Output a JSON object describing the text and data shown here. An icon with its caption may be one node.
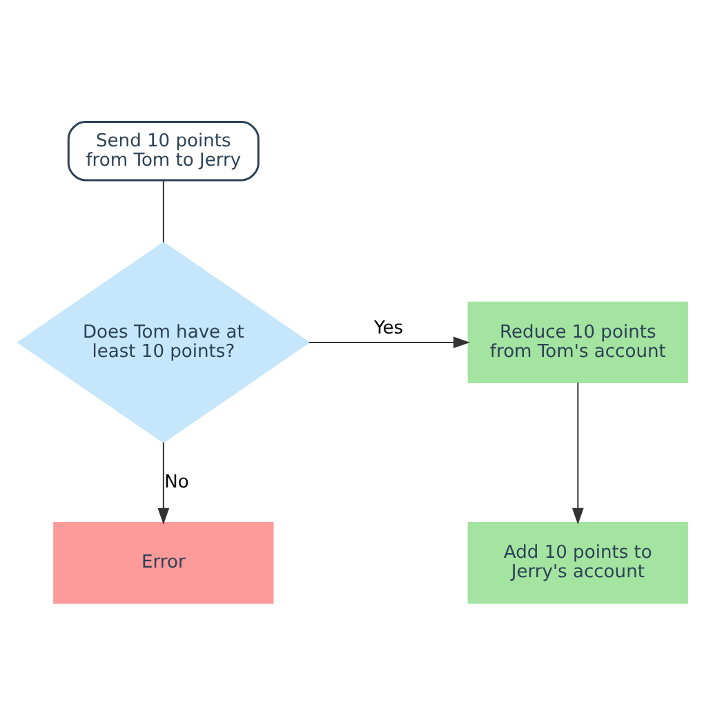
{
  "diagram": {
    "nodes": [
      {
        "text": [
          "Send 10 points from Tom to Jerry"
        ]
      },
      {
        "text": [
          "Does Tom have at least 10 points?"
        ]
      },
      {
        "text": [
          "Reduce 10 points from Tom's account"
        ]
      },
      {
        "text": [
          "Error"
        ]
      },
      {
        "text": [
          "Add 10 points to Jerry's account"
        ]
      }
    ],
    "edges": [
      {
        "from": 0,
        "to": 1,
        "arrow": "none"
      },
      {
        "from": 1,
        "to": 2,
        "label": "Yes",
        "arrow": "to"
      },
      {
        "from": 1,
        "to": 3,
        "label": "No",
        "arrow": "to"
      },
      {
        "from": 2,
        "to": 4,
        "arrow": "to"
      }
    ]
  }
}
